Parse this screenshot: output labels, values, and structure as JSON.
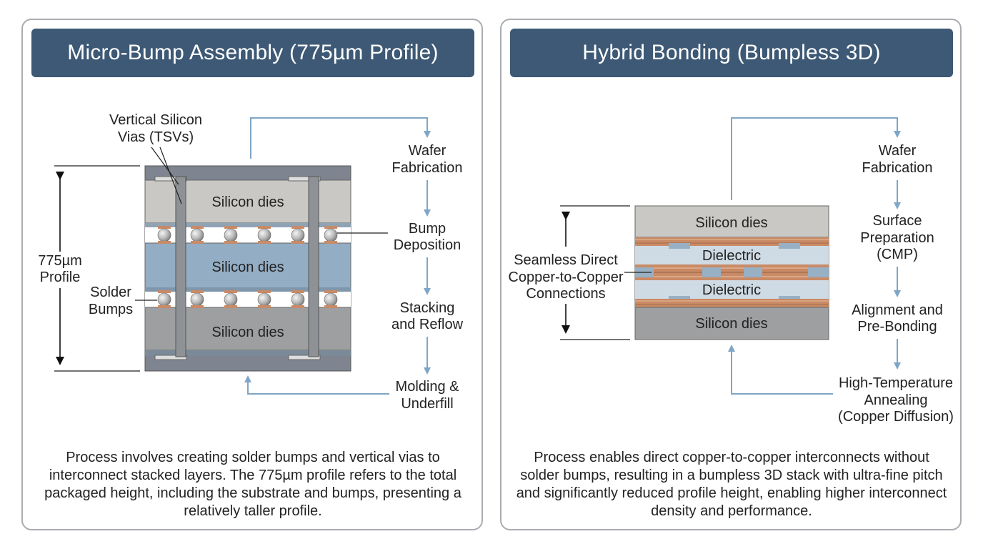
{
  "left": {
    "title": "Micro-Bump Assembly (775µm Profile)",
    "labels": {
      "tsv": [
        "Vertical Silicon",
        "Vias (TSVs)"
      ],
      "profile": [
        "775µm",
        "Profile"
      ],
      "solder": [
        "Solder",
        "Bumps"
      ],
      "die_top": "Silicon dies",
      "die_mid": "Silicon dies",
      "die_bot": "Silicon dies"
    },
    "steps": [
      [
        "Wafer",
        "Fabrication"
      ],
      [
        "Bump",
        "Deposition"
      ],
      [
        "Stacking",
        "and Reflow"
      ],
      [
        "Molding &",
        "Underfill"
      ]
    ],
    "description": "Process involves creating solder bumps and vertical vias to interconnect stacked layers. The 775µm profile refers to the total packaged height, including the substrate and bumps, presenting a relatively taller profile."
  },
  "right": {
    "title": "Hybrid Bonding (Bumpless 3D)",
    "labels": {
      "seamless": [
        "Seamless Direct",
        "Copper-to-Copper",
        "Connections"
      ],
      "die_top": "Silicon dies",
      "dielectric_top": "Dielectric",
      "dielectric_bot": "Dielectric",
      "die_bot": "Silicon dies"
    },
    "steps": [
      [
        "Wafer",
        "Fabrication"
      ],
      [
        "Surface",
        "Preparation",
        "(CMP)"
      ],
      [
        "Alignment and",
        "Pre-Bonding"
      ],
      [
        "High-Temperature",
        "Annealing",
        "(Copper Diffusion)"
      ]
    ],
    "description": "Process enables direct copper-to-copper interconnects without solder bumps, resulting in a bumpless 3D stack with ultra-fine pitch and significantly reduced profile height, enabling higher interconnect density and performance."
  },
  "colors": {
    "header": "#3d5975",
    "arrow": "#7fa6c6",
    "die_light": "#c9c8c4",
    "die_blue": "#93adc4",
    "die_dark": "#9e9fa1",
    "copper": "#c98a66",
    "dielectric": "#cfdbe4"
  }
}
